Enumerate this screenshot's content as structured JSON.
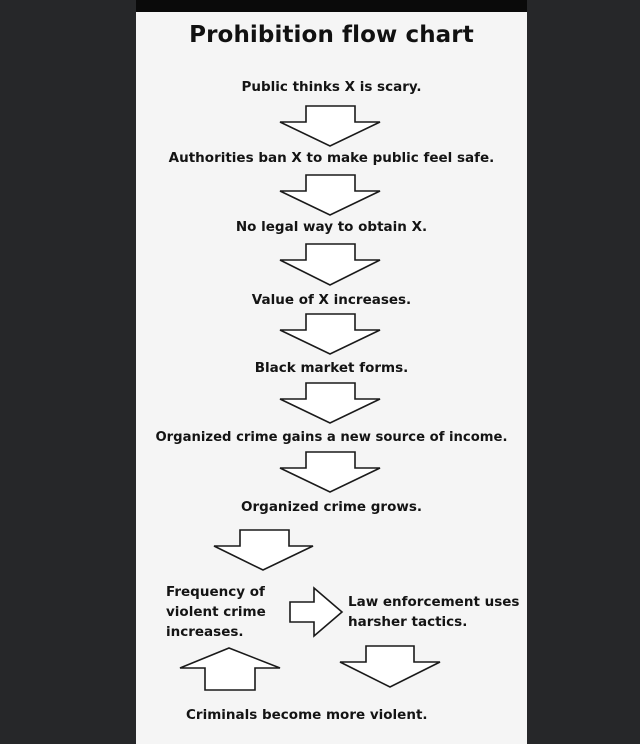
{
  "title": "Prohibition flow chart",
  "steps": {
    "s1": "Public thinks X is scary.",
    "s2": "Authorities ban X to make public feel safe.",
    "s3": "No legal way to obtain X.",
    "s4": "Value of X increases.",
    "s5": "Black market forms.",
    "s6": "Organized crime gains a new source of income.",
    "s7": "Organized crime grows.",
    "s8": "Frequency of violent crime increases.",
    "s9": "Law enforcement uses harsher tactics.",
    "s10": "Criminals become more violent."
  },
  "arrows": [
    {
      "from": "s1",
      "to": "s2",
      "direction": "down"
    },
    {
      "from": "s2",
      "to": "s3",
      "direction": "down"
    },
    {
      "from": "s3",
      "to": "s4",
      "direction": "down"
    },
    {
      "from": "s4",
      "to": "s5",
      "direction": "down"
    },
    {
      "from": "s5",
      "to": "s6",
      "direction": "down"
    },
    {
      "from": "s6",
      "to": "s7",
      "direction": "down"
    },
    {
      "from": "s7",
      "to": "s8",
      "direction": "down"
    },
    {
      "from": "s8",
      "to": "s9",
      "direction": "right"
    },
    {
      "from": "s9",
      "to": "s10",
      "direction": "down"
    },
    {
      "from": "s10",
      "to": "s8",
      "direction": "up"
    }
  ]
}
